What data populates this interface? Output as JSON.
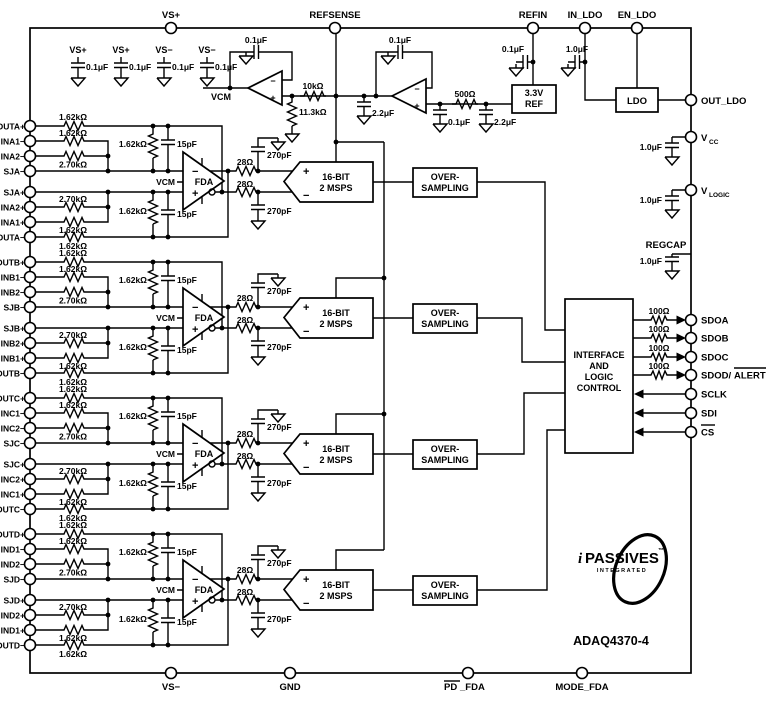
{
  "top": {
    "vs_plus_pin": "VS+",
    "refsense_pin": "REFSENSE",
    "refin_pin": "REFIN",
    "in_ldo_pin": "IN_LDO",
    "en_ldo_pin": "EN_LDO",
    "decaps": [
      {
        "net": "VS+",
        "val": "0.1μF"
      },
      {
        "net": "VS+",
        "val": "0.1μF"
      },
      {
        "net": "VS−",
        "val": "0.1μF"
      },
      {
        "net": "VS−",
        "val": "0.1μF"
      }
    ],
    "vcm_fb_cap": "0.1μF",
    "vcm_net": "VCM",
    "r_div_top": "10kΩ",
    "r_div_bot": "11.3kΩ",
    "c_ref_out": "2.2μF",
    "ref_fb_cap": "0.1μF",
    "c_ref_in1": "0.1μF",
    "r_ref": "500Ω",
    "c_ref_in2": "2.2μF",
    "ref_box_l1": "3.3V",
    "ref_box_l2": "REF",
    "refin_cap": "0.1μF",
    "inldo_cap": "1.0μF",
    "ldo_box": "LDO"
  },
  "right": {
    "out_ldo_pin": "OUT_LDO",
    "vcc_main": "V",
    "vcc_sub": "CC",
    "vcc_cap": "1.0μF",
    "vlogic_main": "V",
    "vlogic_sub": "LOGIC",
    "vlogic_cap": "1.0μF",
    "regcap_pin": "REGCAP",
    "regcap_cap": "1.0μF",
    "sdo": [
      {
        "r": "100Ω",
        "label": "SDOA",
        "ov": ""
      },
      {
        "r": "100Ω",
        "label": "SDOB",
        "ov": ""
      },
      {
        "r": "100Ω",
        "label": "SDOC",
        "ov": ""
      },
      {
        "r": "100Ω",
        "label": "SDOD/",
        "ov": "ALERT"
      }
    ],
    "sclk_pin": "SCLK",
    "sdi_pin": "SDI",
    "cs_pin": "CS"
  },
  "interface_block": {
    "line1": "INTERFACE",
    "line2": "AND",
    "line3": "LOGIC",
    "line4": "CONTROL"
  },
  "bottom": {
    "vs_minus_pin": "VS−",
    "gnd_pin": "GND",
    "pd_ov": "PD",
    "pd_rest": "_FDA",
    "mode_pin": "MODE_FDA"
  },
  "branding": {
    "logo_i": "i",
    "logo_main": "PASSIVES",
    "logo_tm": "™",
    "logo_sub": "INTEGRATED",
    "part": "ADAQ4370-4"
  },
  "channels": [
    {
      "pins": {
        "out_p": "OUTA+",
        "in1_n": "INA1−",
        "in2_n": "INA2−",
        "sj_n": "SJA−",
        "sj_p": "SJA+",
        "in2_p": "INA2+",
        "in1_p": "INA1+",
        "out_n": "OUTA−"
      },
      "r_fb_top": "1.62kΩ",
      "r_in1_top": "1.62kΩ",
      "r_in2_top": "2.70kΩ",
      "r_sh_top": "1.62kΩ",
      "c_sh_top": "15pF",
      "r_in2_bot": "2.70kΩ",
      "r_in1_bot": "1.62kΩ",
      "r_fb_bot": "1.62kΩ",
      "r_sh_bot": "1.62kΩ",
      "c_sh_bot": "15pF",
      "vcm": "VCM",
      "fda": "FDA",
      "r_iso_top": "28Ω",
      "r_iso_bot": "28Ω",
      "c_out_top": "270pF",
      "c_out_bot": "270pF",
      "adc_l1": "16-BIT",
      "adc_l2": "2 MSPS",
      "os_l1": "OVER-",
      "os_l2": "SAMPLING"
    },
    {
      "pins": {
        "out_p": "OUTB+",
        "in1_n": "INB1−",
        "in2_n": "INB2−",
        "sj_n": "SJB−",
        "sj_p": "SJB+",
        "in2_p": "INB2+",
        "in1_p": "INB1+",
        "out_n": "OUTB−"
      },
      "r_fb_top": "1.62kΩ",
      "r_in1_top": "1.62kΩ",
      "r_in2_top": "2.70kΩ",
      "r_sh_top": "1.62kΩ",
      "c_sh_top": "15pF",
      "r_in2_bot": "2.70kΩ",
      "r_in1_bot": "1.62kΩ",
      "r_fb_bot": "1.62kΩ",
      "r_sh_bot": "1.62kΩ",
      "c_sh_bot": "15pF",
      "vcm": "VCM",
      "fda": "FDA",
      "r_iso_top": "28Ω",
      "r_iso_bot": "28Ω",
      "c_out_top": "270pF",
      "c_out_bot": "270pF",
      "adc_l1": "16-BIT",
      "adc_l2": "2 MSPS",
      "os_l1": "OVER-",
      "os_l2": "SAMPLING"
    },
    {
      "pins": {
        "out_p": "OUTC+",
        "in1_n": "INC1−",
        "in2_n": "INC2−",
        "sj_n": "SJC−",
        "sj_p": "SJC+",
        "in2_p": "INC2+",
        "in1_p": "INC1+",
        "out_n": "OUTC−"
      },
      "r_fb_top": "1.62kΩ",
      "r_in1_top": "1.62kΩ",
      "r_in2_top": "2.70kΩ",
      "r_sh_top": "1.62kΩ",
      "c_sh_top": "15pF",
      "r_in2_bot": "2.70kΩ",
      "r_in1_bot": "1.62kΩ",
      "r_fb_bot": "1.62kΩ",
      "r_sh_bot": "1.62kΩ",
      "c_sh_bot": "15pF",
      "vcm": "VCM",
      "fda": "FDA",
      "r_iso_top": "28Ω",
      "r_iso_bot": "28Ω",
      "c_out_top": "270pF",
      "c_out_bot": "270pF",
      "adc_l1": "16-BIT",
      "adc_l2": "2 MSPS",
      "os_l1": "OVER-",
      "os_l2": "SAMPLING"
    },
    {
      "pins": {
        "out_p": "OUTD+",
        "in1_n": "IND1−",
        "in2_n": "IND2−",
        "sj_n": "SJD−",
        "sj_p": "SJD+",
        "in2_p": "IND2+",
        "in1_p": "IND1+",
        "out_n": "OUTD−"
      },
      "r_fb_top": "1.62kΩ",
      "r_in1_top": "1.62kΩ",
      "r_in2_top": "2.70kΩ",
      "r_sh_top": "1.62kΩ",
      "c_sh_top": "15pF",
      "r_in2_bot": "2.70kΩ",
      "r_in1_bot": "1.62kΩ",
      "r_fb_bot": "1.62kΩ",
      "r_sh_bot": "1.62kΩ",
      "c_sh_bot": "15pF",
      "vcm": "VCM",
      "fda": "FDA",
      "r_iso_top": "28Ω",
      "r_iso_bot": "28Ω",
      "c_out_top": "270pF",
      "c_out_bot": "270pF",
      "adc_l1": "16-BIT",
      "adc_l2": "2 MSPS",
      "os_l1": "OVER-",
      "os_l2": "SAMPLING"
    }
  ]
}
